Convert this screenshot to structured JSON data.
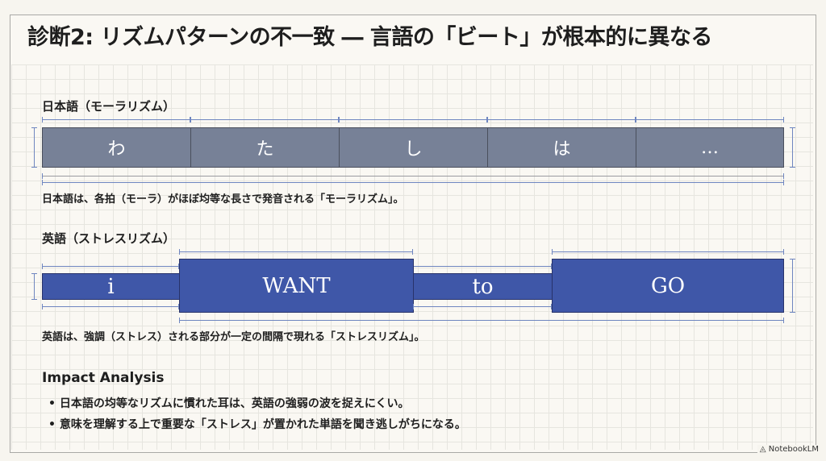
{
  "title": "診断2: リズムパターンの不一致 ― 言語の「ビート」が根本的に異なる",
  "japanese": {
    "heading": "日本語（モーラリズム）",
    "morae": [
      "わ",
      "た",
      "し",
      "は",
      "…"
    ],
    "caption": "日本語は、各拍（モーラ）がほぼ均等な長さで発音される「モーラリズム」。"
  },
  "english": {
    "heading": "英語（ストレスリズム）",
    "words": [
      {
        "text": "i",
        "stress": "weak"
      },
      {
        "text": "WANT",
        "stress": "strong"
      },
      {
        "text": "to",
        "stress": "weak"
      },
      {
        "text": "GO",
        "stress": "strong"
      }
    ],
    "caption": "英語は、強調（ストレス）される部分が一定の間隔で現れる「ストレスリズム」。"
  },
  "impact": {
    "heading": "Impact Analysis",
    "bullets": [
      "日本語の均等なリズムに慣れた耳は、英語の強弱の波を捉えにくい。",
      "意味を理解する上で重要な「ストレス」が置かれた単語を聞き逃しがちになる。"
    ]
  },
  "brand": "NotebookLM",
  "colors": {
    "mora": "#778197",
    "stress": "#3f57a8"
  }
}
